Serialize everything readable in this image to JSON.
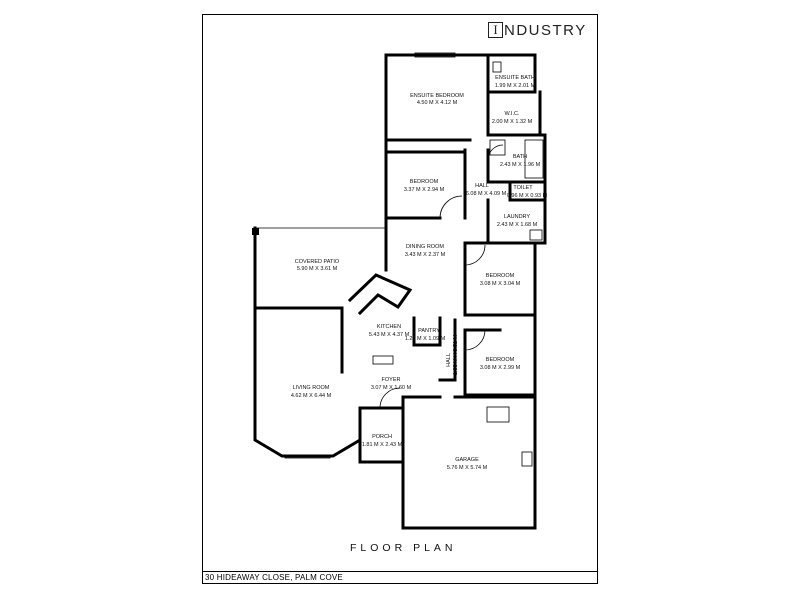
{
  "brand": {
    "initial": "I",
    "rest": "NDUSTRY"
  },
  "caption": "FLOOR PLAN",
  "address": "30 HIDEAWAY CLOSE, PALM COVE",
  "rooms": {
    "ensuite_bedroom": {
      "name": "ENSUITE BEDROOM",
      "dims": "4.50 M X 4.12 M"
    },
    "ensuite_bath": {
      "name": "ENSUITE BATH",
      "dims": "1.99 M X 2.01 M"
    },
    "wic": {
      "name": "W.I.C.",
      "dims": "2.00 M X 1.32 M"
    },
    "bedroom_1": {
      "name": "BEDROOM",
      "dims": "3.37 M X 2.94 M"
    },
    "bath": {
      "name": "BATH",
      "dims": "2.43 M X 1.96 M"
    },
    "hall_1": {
      "name": "HALL",
      "dims": "6.08 M X 4.09 M"
    },
    "toilet": {
      "name": "TOILET",
      "dims": "0.96 M X 0.93 M"
    },
    "laundry": {
      "name": "LAUNDRY",
      "dims": "2.43 M X 1.68 M"
    },
    "covered_patio": {
      "name": "COVERED PATIO",
      "dims": "5.90 M X 3.61 M"
    },
    "dining_room": {
      "name": "DINING ROOM",
      "dims": "3.43 M X 2.37 M"
    },
    "bedroom_2": {
      "name": "BEDROOM",
      "dims": "3.08 M X 3.04 M"
    },
    "kitchen": {
      "name": "KITCHEN",
      "dims": "5.43 M X 4.37 M"
    },
    "pantry": {
      "name": "PANTRY",
      "dims": "1.28 M X 1.09 M"
    },
    "hall_2": {
      "name": "HALL",
      "dims": "1.63 M X 3.51 M"
    },
    "bedroom_3": {
      "name": "BEDROOM",
      "dims": "3.08 M X 2.99 M"
    },
    "living_room": {
      "name": "LIVING ROOM",
      "dims": "4.62 M X 6.44 M"
    },
    "foyer": {
      "name": "FOYER",
      "dims": "3.07 M X 1.60 M"
    },
    "porch": {
      "name": "PORCH",
      "dims": "1.81 M X 2.43 M"
    },
    "garage": {
      "name": "GARAGE",
      "dims": "5.76 M X 5.74 M"
    }
  }
}
